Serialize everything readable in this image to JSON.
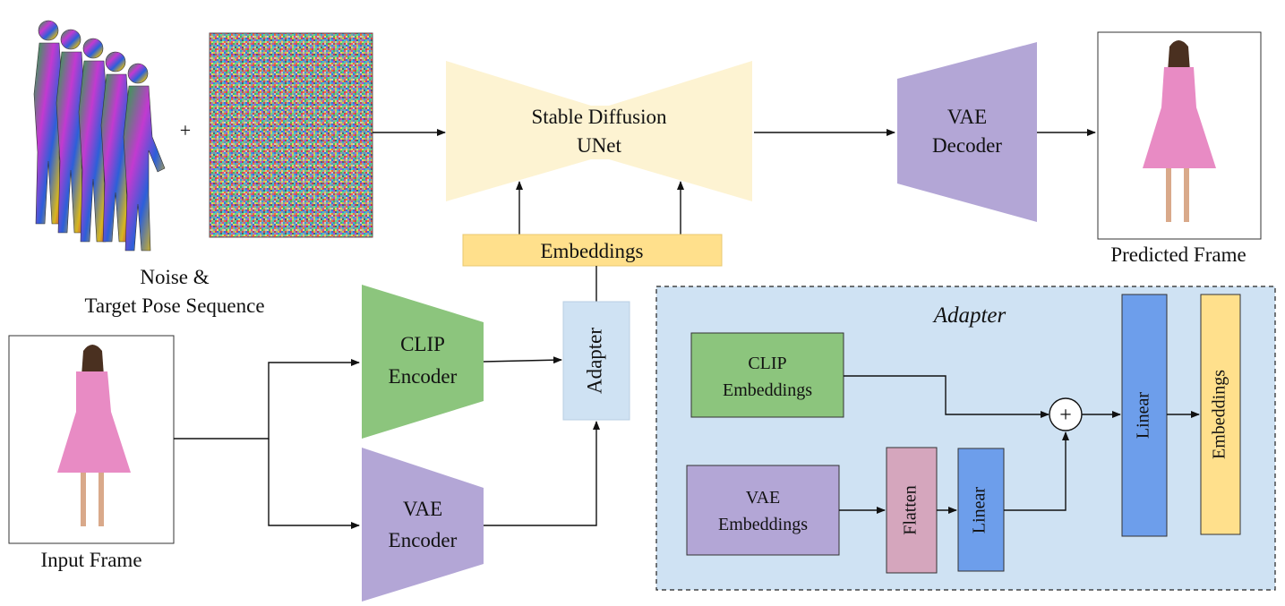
{
  "top": {
    "plus": "+",
    "noise_caption_line1": "Noise &",
    "noise_caption_line2": "Target Pose Sequence",
    "unet_line1": "Stable Diffusion",
    "unet_line2": "UNet",
    "vae_decoder_line1": "VAE",
    "vae_decoder_line2": "Decoder",
    "predicted_caption": "Predicted Frame",
    "embeddings_bar": "Embeddings"
  },
  "left": {
    "input_caption": "Input Frame",
    "clip_line1": "CLIP",
    "clip_line2": "Encoder",
    "vae_enc_line1": "VAE",
    "vae_enc_line2": "Encoder",
    "adapter": "Adapter"
  },
  "adapter_panel": {
    "title": "Adapter",
    "clip_emb_line1": "CLIP",
    "clip_emb_line2": "Embeddings",
    "vae_emb_line1": "VAE",
    "vae_emb_line2": "Embeddings",
    "flatten": "Flatten",
    "linear_small": "Linear",
    "plus": "+",
    "linear_big": "Linear",
    "embeddings_out": "Embeddings"
  },
  "colors": {
    "unet": "#fdf3d2",
    "vae": "#b3a6d6",
    "clip": "#8cc57d",
    "adapter_box": "#cfe2f3",
    "embeddings": "#ffe08c",
    "linear": "#6d9eeb",
    "flatten": "#d5a6bd",
    "panel": "#cfe2f3",
    "dress": "#e88bc4"
  }
}
